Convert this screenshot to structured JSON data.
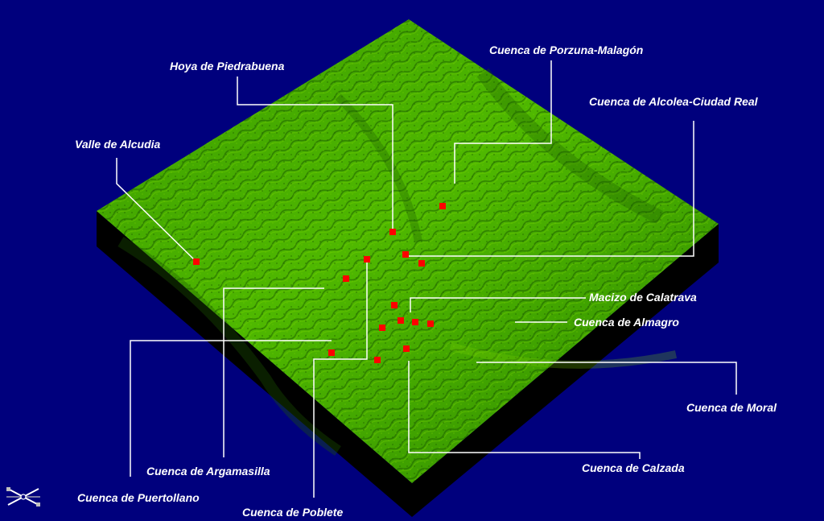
{
  "labels": {
    "porzuna_malagon": "Cuenca de Porzuna-Malagón",
    "piedrabuena": "Hoya de Piedrabuena",
    "alcolea": "Cuenca de Alcolea-Ciudad Real",
    "alcudia": "Valle de Alcudia",
    "calatrava": "Macizo de Calatrava",
    "almagro": "Cuenca de Almagro",
    "moral": "Cuenca de Moral",
    "argamasilla": "Cuenca de Argamasilla",
    "calzada": "Cuenca de Calzada",
    "puertollano": "Cuenca de Puertollano",
    "poblete": "Cuenca de Poblete"
  },
  "colors": {
    "background": "#00007d",
    "terrain_light": "#4fb800",
    "terrain_mid": "#2f8a00",
    "terrain_dark": "#1c5a00",
    "block_side": "#000000",
    "marker": "#ff0000",
    "leader_line": "#ffffff"
  },
  "icons": [
    "compass-icon"
  ]
}
